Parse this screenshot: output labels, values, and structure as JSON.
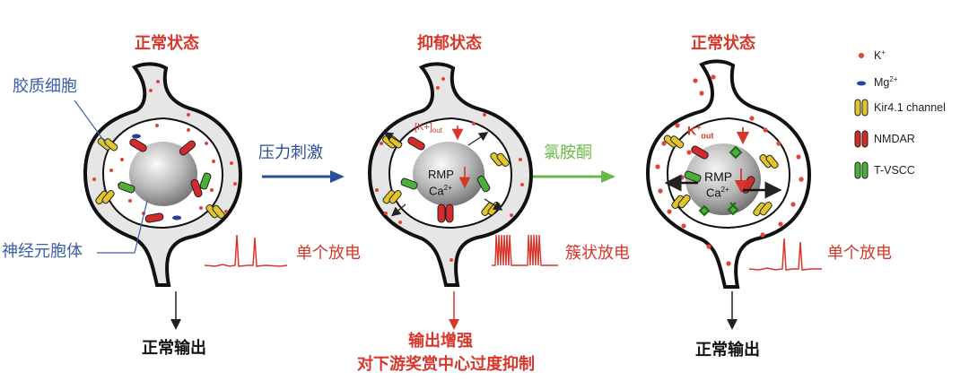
{
  "panels": [
    {
      "title": "正常状态",
      "discharge_label": "单个放电",
      "output_label": "正常输出"
    },
    {
      "title": "抑郁状态",
      "discharge_label": "簇状放电",
      "output_line1": "输出增强",
      "output_line2": "对下游奖赏中心过度抑制"
    },
    {
      "title": "正常状态",
      "discharge_label": "单个放电",
      "output_label": "正常输出"
    }
  ],
  "labels": {
    "glia": "胶质细胞",
    "neuron_soma": "神经元胞体",
    "stress_arrow": "压力刺激",
    "ketamine_arrow": "氯胺酮"
  },
  "inner": {
    "k_out_p2": "[K+]",
    "k_out_p2_sub": "out",
    "rmp": "RMP",
    "ca": "Ca",
    "ca_sup": "2+",
    "k_out_p3": "K",
    "k_out_p3_sup": "+",
    "k_out_p3_sub": "out"
  },
  "legend": [
    {
      "symbol": "k-ion",
      "label": "K",
      "sup": "+"
    },
    {
      "symbol": "mg-ion",
      "label": "Mg",
      "sup": "2+"
    },
    {
      "symbol": "kir41",
      "label": "Kir4.1 channel",
      "sup": ""
    },
    {
      "symbol": "nmdar",
      "label": "NMDAR",
      "sup": ""
    },
    {
      "symbol": "tvscc",
      "label": "T-VSCC",
      "sup": ""
    }
  ],
  "colors": {
    "red_text": "#d7372b",
    "blue_text": "#3a5ea8",
    "stress_arrow": "#2a4f9b",
    "ketamine_arrow": "#6ab84a",
    "k_ion": "#e0453a",
    "kir": "#e3c52a",
    "nmdar": "#d42a2a",
    "tvscc": "#4caf3a"
  }
}
